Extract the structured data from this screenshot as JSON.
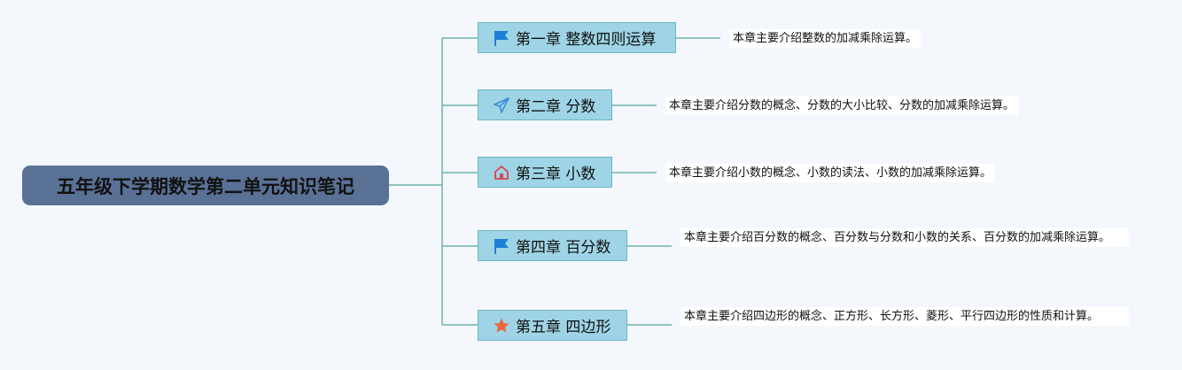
{
  "root": {
    "title": "五年级下学期数学第二单元知识笔记"
  },
  "chapters": [
    {
      "icon": "flag-icon",
      "label": "第一章 整数四则运算",
      "note": "本章主要介绍整数的加减乘除运算。"
    },
    {
      "icon": "paper-plane-icon",
      "label": "第二章 分数",
      "note": "本章主要介绍分数的概念、分数的大小比较、分数的加减乘除运算。"
    },
    {
      "icon": "home-icon",
      "label": "第三章 小数",
      "note": "本章主要介绍小数的概念、小数的读法、小数的加减乘除运算。"
    },
    {
      "icon": "flag-icon",
      "label": "第四章 百分数",
      "note": "本章主要介绍百分数的概念、百分数与分数和小数的关系、百分数的加减乘除运算。"
    },
    {
      "icon": "star-icon",
      "label": "第五章 四边形",
      "note": "本章主要介绍四边形的概念、正方形、长方形、菱形、平行四边形的性质和计算。"
    }
  ],
  "colors": {
    "root": "#5a7196",
    "topic": "#9ed4e6",
    "line": "#6fb3a9",
    "flag": "#1e7fd6",
    "plane": "#3a8fd8",
    "home": "#d8434f",
    "star": "#e8663a"
  }
}
